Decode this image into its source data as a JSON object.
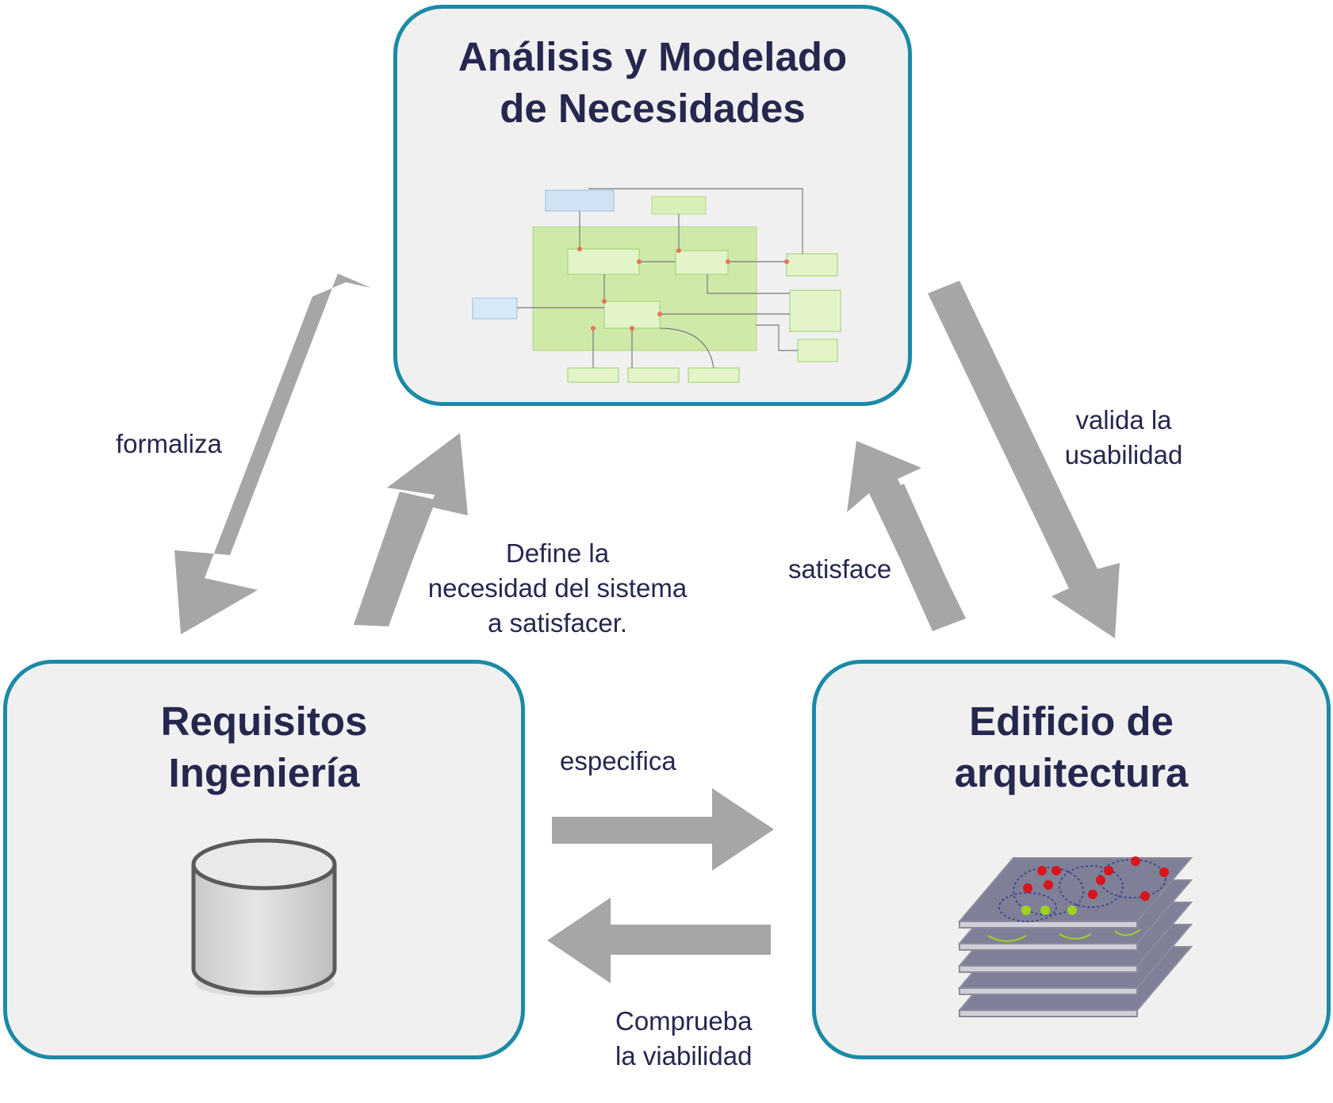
{
  "diagram": {
    "boxes": {
      "top": {
        "title_lines": [
          "Análisis y Modelado",
          "de Necesidades"
        ],
        "icon": "model-diagram-icon"
      },
      "left": {
        "title_lines": [
          "Requisitos",
          "Ingeniería"
        ],
        "icon": "database-icon"
      },
      "right": {
        "title_lines": [
          "Edificio de",
          "arquitectura"
        ],
        "icon": "architecture-layers-icon"
      }
    },
    "edges": {
      "formaliza": {
        "lines": [
          "formaliza"
        ]
      },
      "define": {
        "lines": [
          "Define la",
          "necesidad del sistema",
          "a satisfacer."
        ]
      },
      "satisface": {
        "lines": [
          "satisface"
        ]
      },
      "valida": {
        "lines": [
          "valida la",
          "usabilidad"
        ]
      },
      "especifica": {
        "lines": [
          "especifica"
        ]
      },
      "comprueba": {
        "lines": [
          "Comprueba",
          "la viabilidad"
        ]
      }
    },
    "colors": {
      "border": "#1b8aa6",
      "box_fill": "#f0f0f0",
      "text": "#26274f",
      "arrow": "#a6a6a6"
    }
  }
}
